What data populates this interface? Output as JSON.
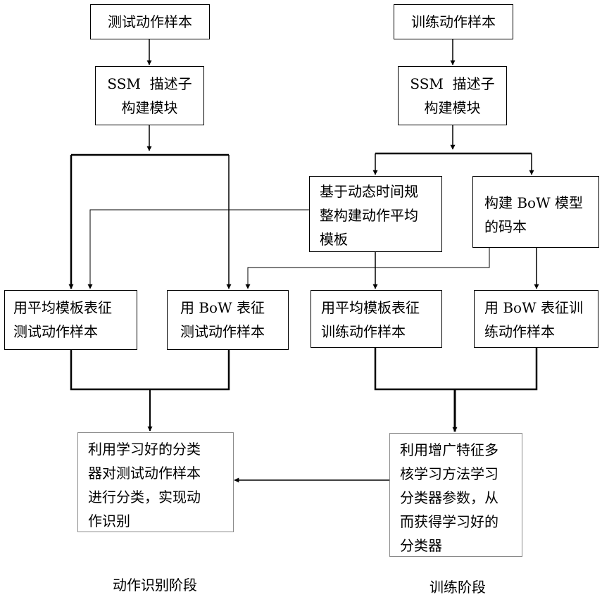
{
  "test": {
    "sample": "测试动作样本",
    "ssm": "SSM  描述子\n构建模块",
    "avg_repr": "用平均模板表征\n测试动作样本",
    "bow_repr": "用 BoW 表征\n测试动作样本",
    "classify": "利用学习好的分类\n器对测试动作样本\n进行分类，实现动\n作识别"
  },
  "train": {
    "sample": "训练动作样本",
    "ssm": "SSM  描述子\n构建模块",
    "dtw": "基于动态时间规\n整构建动作平均\n模板",
    "codebook": "构建 BoW 模型\n的码本",
    "avg_repr": "用平均模板表征\n训练动作样本",
    "bow_repr": "用 BoW 表征训\n练动作样本",
    "mkl": "利用增广特征多\n核学习方法学习\n分类器参数，从\n而获得学习好的\n分类器"
  },
  "stage_labels": {
    "recognition": "动作识别阶段",
    "training": "训练阶段"
  }
}
